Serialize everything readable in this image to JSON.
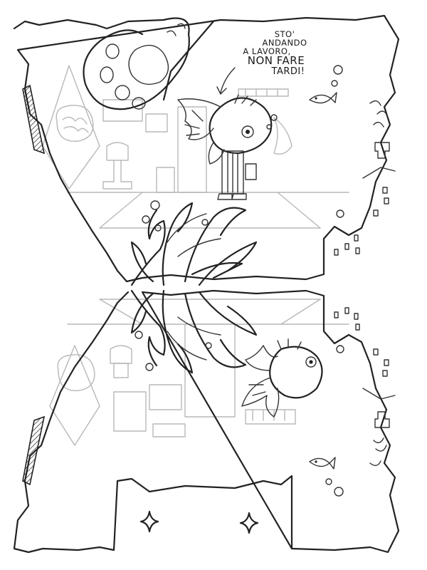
{
  "speech_bubble": {
    "line1": "STO' ANDANDO",
    "line2": "A LAVORO,",
    "line3": "NON FARE",
    "line4": "TARDI!"
  },
  "colors": {
    "ink": "#222222",
    "ghost_lines": "#b8b8b8",
    "background": "#ffffff"
  }
}
